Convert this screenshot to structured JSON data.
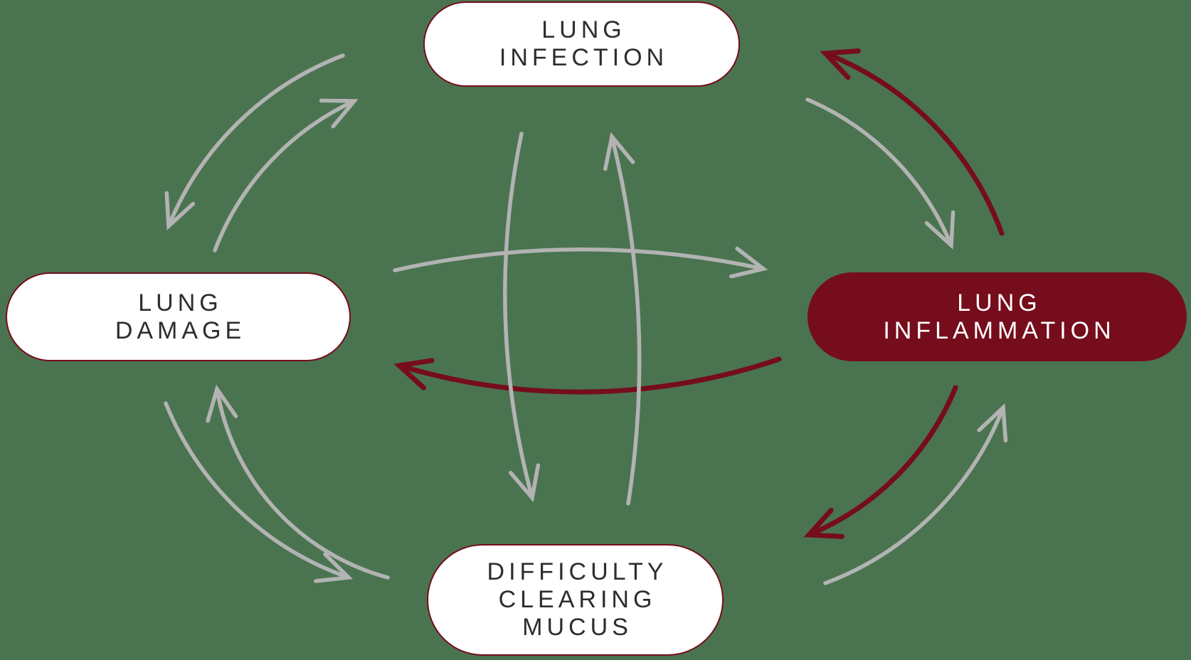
{
  "colors": {
    "background": "#4a7450",
    "maroon": "#750d1c",
    "arrow_gray": "#b3b3b3",
    "node_border": "#750d1c",
    "node_fill_white": "#ffffff",
    "node_fill_maroon": "#750d1c",
    "node_text_dark": "#2d2d2d",
    "node_text_light": "#ffffff"
  },
  "nodes": {
    "infection": {
      "lines": [
        "LUNG",
        "INFECTION"
      ]
    },
    "inflammation": {
      "lines": [
        "LUNG",
        "INFLAMMATION"
      ]
    },
    "damage": {
      "lines": [
        "LUNG",
        "DAMAGE"
      ]
    },
    "mucus": {
      "lines": [
        "DIFFICULTY",
        "CLEARING",
        "MUCUS"
      ]
    }
  },
  "relationships": [
    {
      "from": "LUNG INFECTION",
      "to": "LUNG DAMAGE",
      "color": "gray",
      "route": "outer"
    },
    {
      "from": "LUNG DAMAGE",
      "to": "LUNG INFECTION",
      "color": "gray",
      "route": "outer"
    },
    {
      "from": "LUNG INFECTION",
      "to": "LUNG INFLAMMATION",
      "color": "gray",
      "route": "outer"
    },
    {
      "from": "LUNG INFLAMMATION",
      "to": "LUNG INFECTION",
      "color": "red",
      "route": "outer"
    },
    {
      "from": "LUNG INFLAMMATION",
      "to": "DIFFICULTY CLEARING MUCUS",
      "color": "red",
      "route": "outer"
    },
    {
      "from": "DIFFICULTY CLEARING MUCUS",
      "to": "LUNG INFLAMMATION",
      "color": "gray",
      "route": "outer"
    },
    {
      "from": "DIFFICULTY CLEARING MUCUS",
      "to": "LUNG DAMAGE",
      "color": "gray",
      "route": "outer"
    },
    {
      "from": "LUNG DAMAGE",
      "to": "DIFFICULTY CLEARING MUCUS",
      "color": "gray",
      "route": "outer"
    },
    {
      "from": "LUNG DAMAGE",
      "to": "LUNG INFLAMMATION",
      "color": "gray",
      "route": "center"
    },
    {
      "from": "LUNG INFLAMMATION",
      "to": "LUNG DAMAGE",
      "color": "red",
      "route": "center"
    },
    {
      "from": "LUNG INFECTION",
      "to": "DIFFICULTY CLEARING MUCUS",
      "color": "gray",
      "route": "center"
    },
    {
      "from": "DIFFICULTY CLEARING MUCUS",
      "to": "LUNG INFECTION",
      "color": "gray",
      "route": "center"
    }
  ]
}
